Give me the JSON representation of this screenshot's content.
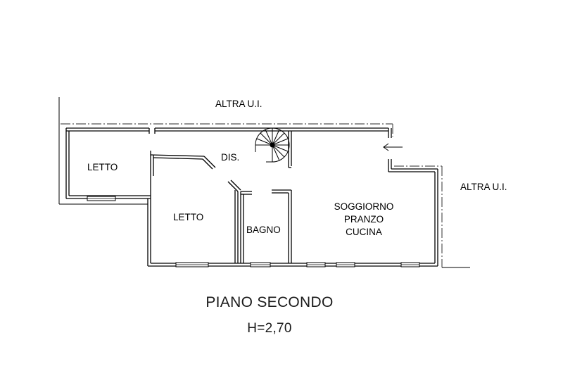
{
  "labels": {
    "neighbor_top": "ALTRA U.I.",
    "neighbor_right": "ALTRA U.I.",
    "bedroom_1": "LETTO",
    "bedroom_2": "LETTO",
    "hallway": "DIS.",
    "bathroom": "BAGNO",
    "living_1": "SOGGIORNO",
    "living_2": "PRANZO",
    "living_3": "CUCINA"
  },
  "footer": {
    "title": "PIANO SECONDO",
    "height": "H=2,70"
  },
  "colors": {
    "wall": "#000000",
    "dash": "#555555",
    "background": "#ffffff"
  }
}
